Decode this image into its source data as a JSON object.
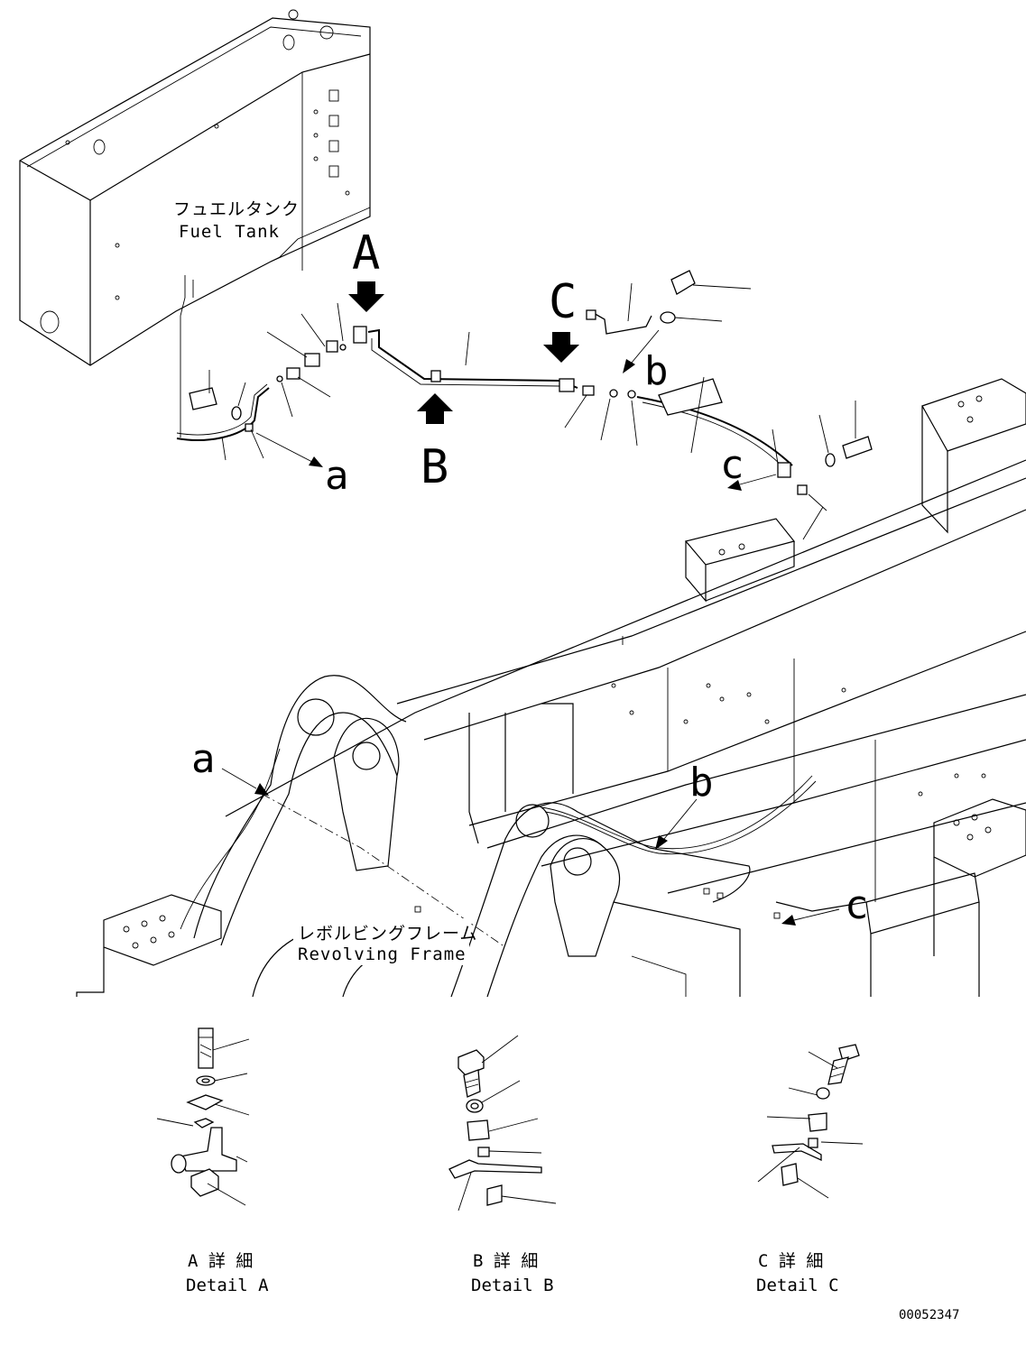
{
  "labels": {
    "fuel_tank_jp": "フュエルタンク",
    "fuel_tank_en": "Fuel Tank",
    "revolving_frame_jp": "レボルビングフレーム",
    "revolving_frame_en": "Revolving Frame"
  },
  "callouts": {
    "A": "A",
    "B": "B",
    "C": "C",
    "a_top": "a",
    "b_top": "b",
    "c_top": "c",
    "a_frame": "a",
    "b_frame": "b",
    "c_frame": "c"
  },
  "details": [
    {
      "jp": "A 詳 細",
      "en": "Detail A"
    },
    {
      "jp": "B 詳 細",
      "en": "Detail B"
    },
    {
      "jp": "C 詳 細",
      "en": "Detail C"
    }
  ],
  "drawing_number": "00052347"
}
